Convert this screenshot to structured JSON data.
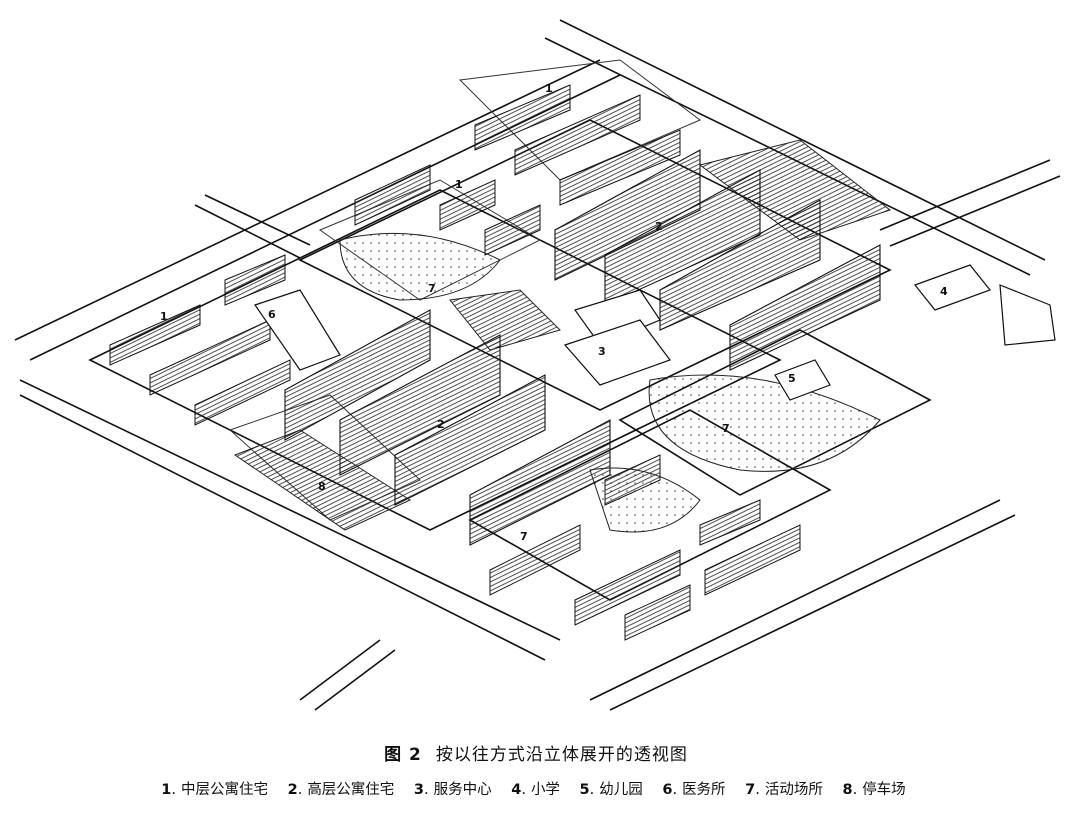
{
  "figure": {
    "fig_label": "图 2",
    "title": "按以往方式沿立体展开的透视图"
  },
  "legend": [
    {
      "num": "1",
      "label": "中层公寓住宅"
    },
    {
      "num": "2",
      "label": "高层公寓住宅"
    },
    {
      "num": "3",
      "label": "服务中心"
    },
    {
      "num": "4",
      "label": "小学"
    },
    {
      "num": "5",
      "label": "幼儿园"
    },
    {
      "num": "6",
      "label": "医务所"
    },
    {
      "num": "7",
      "label": "活动场所"
    },
    {
      "num": "8",
      "label": "停车场"
    }
  ],
  "map_labels": [
    "1",
    "1",
    "1",
    "2",
    "2",
    "3",
    "4",
    "5",
    "6",
    "7",
    "7",
    "7",
    "8"
  ],
  "colors": {
    "ink": "#111111",
    "paper": "#ffffff"
  }
}
